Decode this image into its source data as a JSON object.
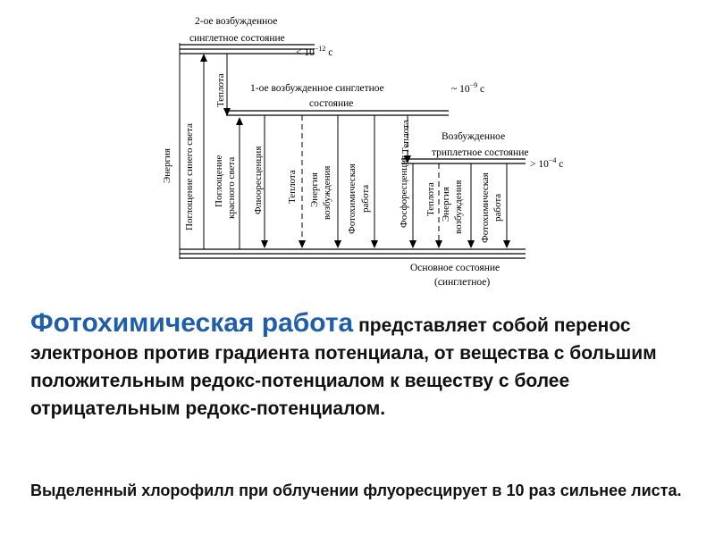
{
  "diagram": {
    "s2_line1": "2-ое возбужденное",
    "s2_line2": "синглетное состояние",
    "s2_time_prefix": "< 10",
    "s2_time_exp": "−12",
    "s2_time_unit": " с",
    "s1_line1": "1-ое возбужденное синглетное",
    "s1_line2": "состояние",
    "s1_time_prefix": "~ 10",
    "s1_time_exp": "−9",
    "s1_time_unit": " с",
    "t1_line1": "Возбужденное",
    "t1_line2": "триплетное состояние",
    "t1_time_prefix": "> 10",
    "t1_time_exp": "−4",
    "t1_time_unit": " с",
    "ground_line1": "Основное состояние",
    "ground_line2": "(синглетное)",
    "energy": "Энергия",
    "blue_abs": "Поглощение синего света",
    "heat": "Теплота",
    "red_abs_1": "Поглощение",
    "red_abs_2": "красного света",
    "fluorescence": "Флюоресценция",
    "heat2": "Теплота",
    "exc_energy_1": "Энергия",
    "exc_energy_2": "возбуждения",
    "photo_work_1": "Фотохимическая",
    "photo_work_2": "работа",
    "phosphorescence": "Фосфоресценция",
    "heat3": "Теплота",
    "heat4": "Теплота",
    "exc_energy2_1": "Энергия",
    "exc_energy2_2": "возбуждения",
    "photo_work2_1": "Фотохимическая",
    "photo_work2_2": "работа"
  },
  "text": {
    "p1_highlight": "Фотохимическая работа",
    "p1_rest": " представляет собой перенос электронов против градиента потенциала, от вещества с большим положительным редокс-потенциалом к веществу с более отрицательным редокс-потенциалом.",
    "p2": "Выделенный хлорофилл при облучении флуоресцирует в 10 раз сильнее листа."
  }
}
